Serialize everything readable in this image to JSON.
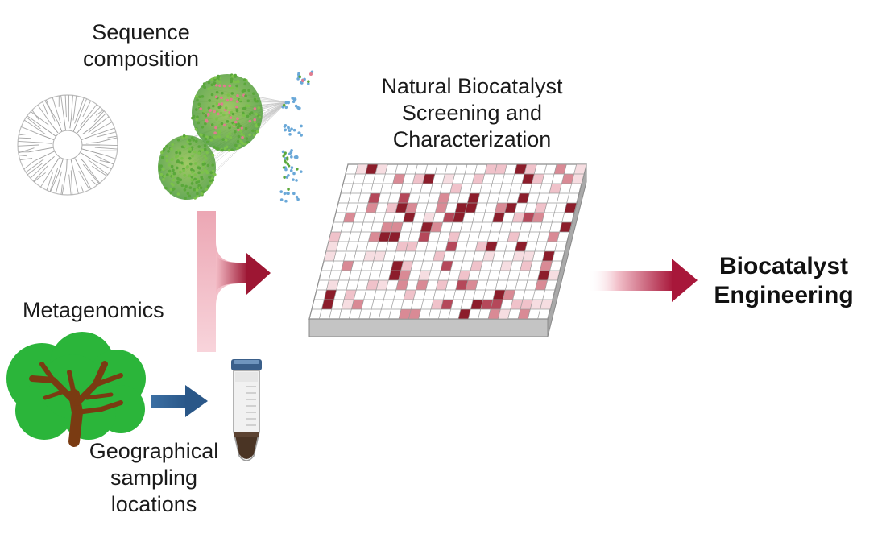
{
  "labels": {
    "sequence_composition": [
      "Sequence",
      "composition"
    ],
    "metagenomics": "Metagenomics",
    "geographical_sampling": [
      "Geographical",
      "sampling",
      "locations"
    ],
    "screening": [
      "Natural Biocatalyst",
      "Screening and",
      "Characterization"
    ],
    "engineering": [
      "Biocatalyst",
      "Engineering"
    ]
  },
  "colors": {
    "arrow_red": "#a8173a",
    "arrow_pink": "#f4c6cf",
    "arrow_blue": "#2f5e8f",
    "tree_green": "#2bb53a",
    "tree_brown": "#7a3b12",
    "plate_dark": "#8c1d2b",
    "plate_mid": "#d98a95",
    "plate_light": "#f3d3d8",
    "node_green": "#5aa83a",
    "node_pink": "#e07c8f",
    "node_blue": "#6aa8d8"
  },
  "icons": [
    "phylogenetic-tree-icon",
    "sequence-network-icon",
    "tree-icon",
    "sample-tube-icon",
    "well-plate-icon"
  ]
}
